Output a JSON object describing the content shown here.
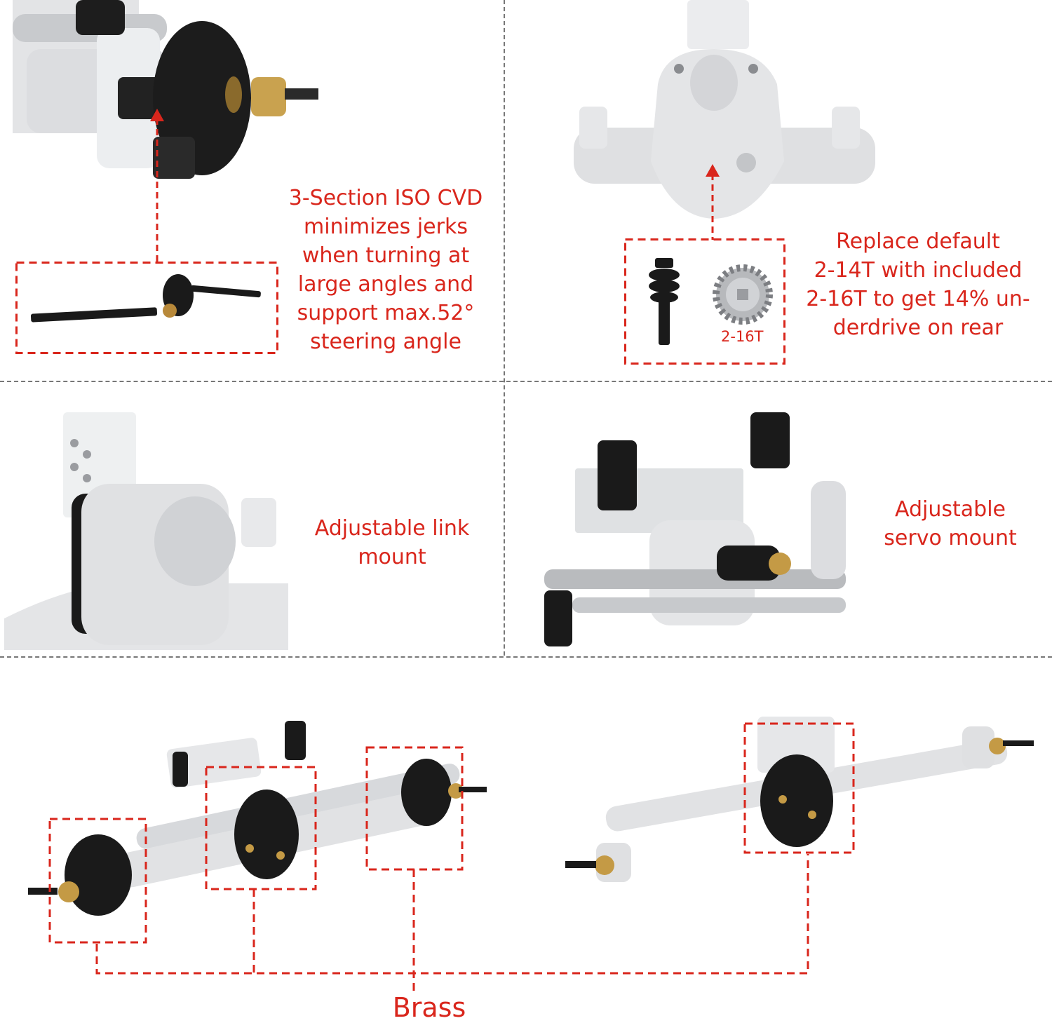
{
  "panels": {
    "cvd": {
      "caption": "3-Section ISO CVD\nminimizes jerks\nwhen turning at\nlarge angles and\nsupport max.52°\nsteering angle"
    },
    "gear": {
      "caption": "Replace default\n2-14T with included\n2-16T to get 14% un-\nderdrive on rear",
      "gear_label": "2-16T"
    },
    "link_mount": {
      "caption": "Adjustable link\nmount"
    },
    "servo_mount": {
      "caption": "Adjustable\nservo  mount"
    },
    "axles": {
      "caption": "Brass"
    }
  },
  "colors": {
    "accent": "#d9261c",
    "divider": "#777777",
    "aluminum": "#d7d9dc",
    "black_part": "#1a1a1a",
    "brass": "#c49a45"
  }
}
